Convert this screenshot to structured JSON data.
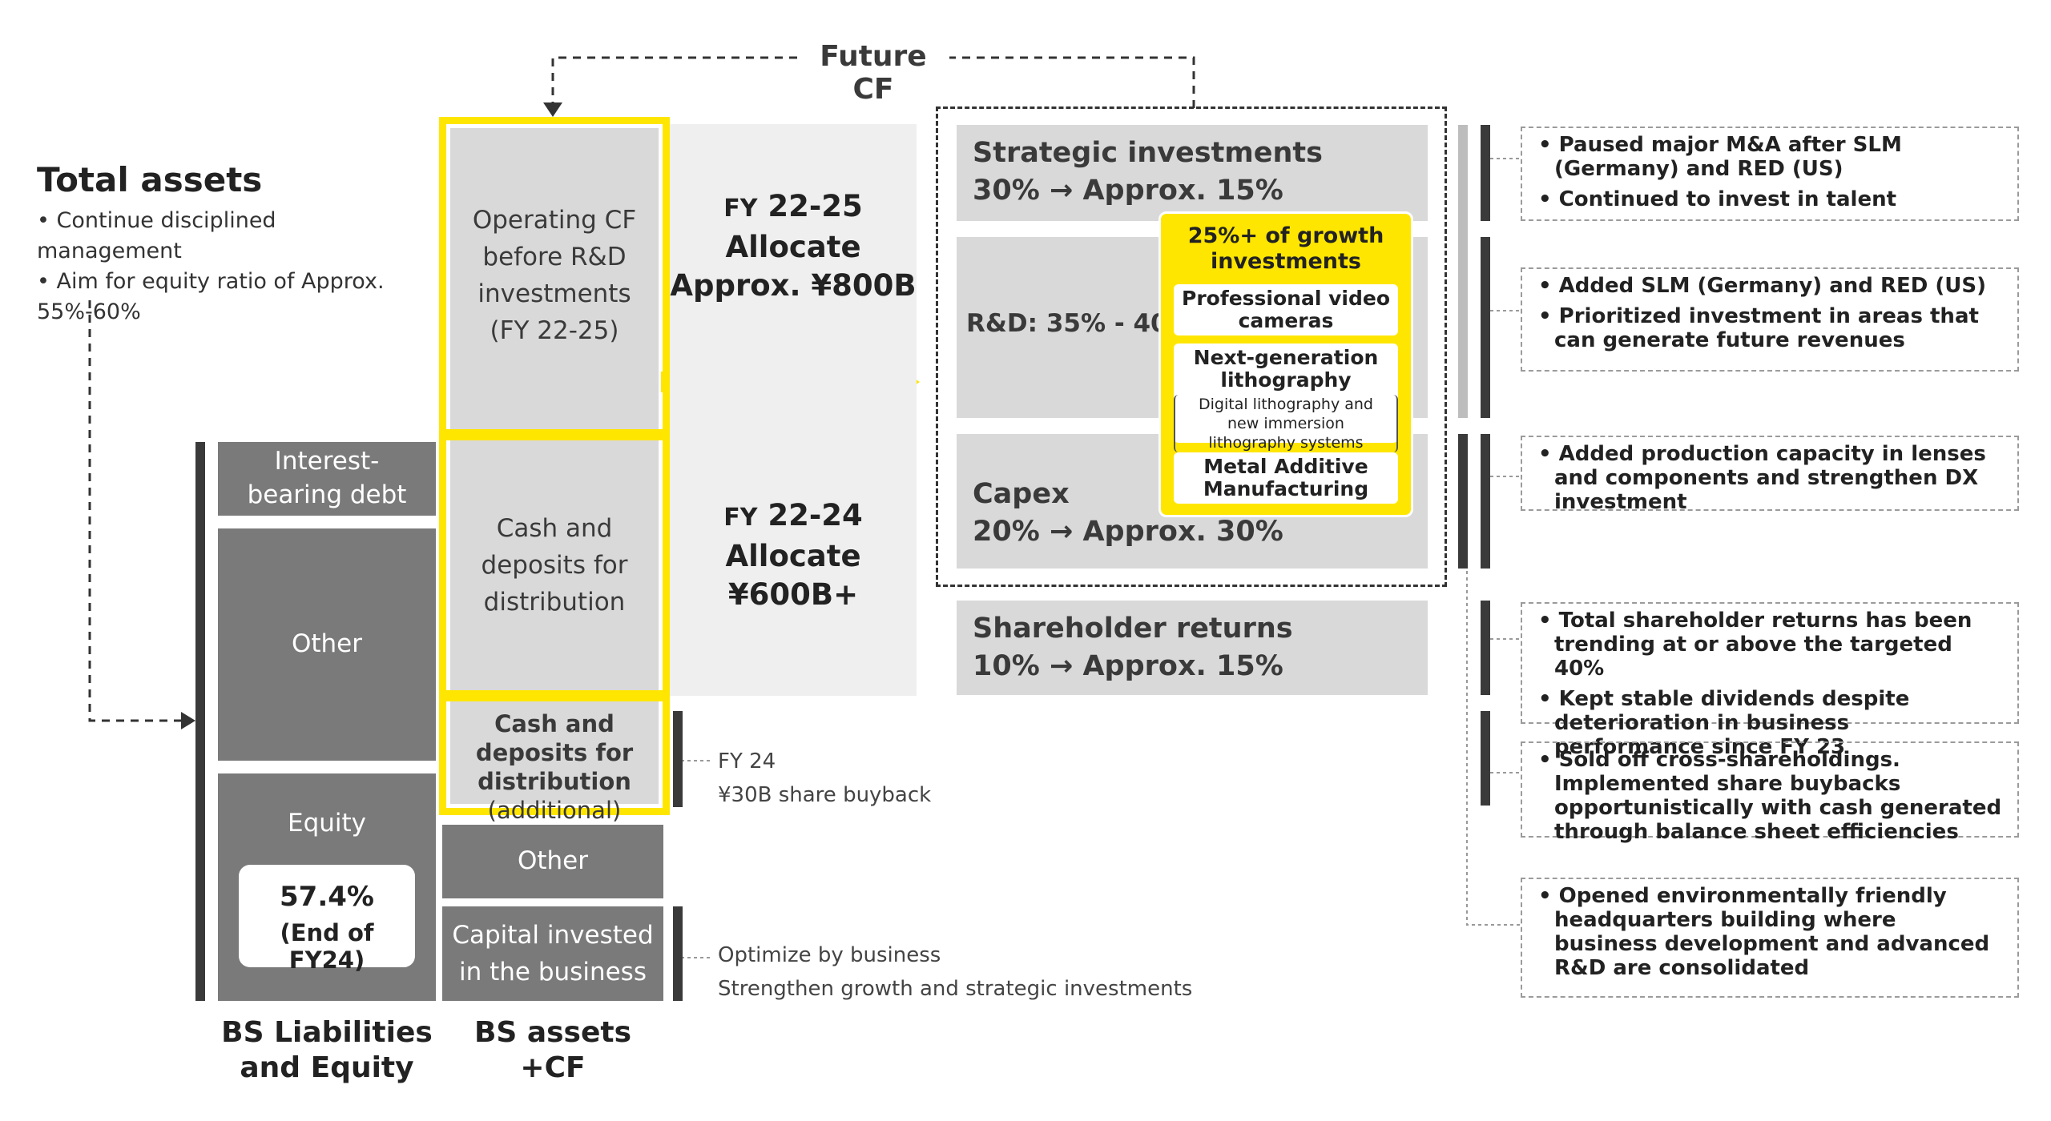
{
  "future_cf": "Future CF",
  "total_assets": {
    "title": "Total assets",
    "bullets": [
      "Continue disciplined management",
      "Aim for equity ratio of Approx. 55%-60%"
    ]
  },
  "bs_liabilities": {
    "interest_bearing_debt": "Interest-bearing debt",
    "other": "Other",
    "equity": "Equity",
    "equity_ratio": "57.4%",
    "equity_ratio_note": "(End of FY24)",
    "label": "BS Liabilities and Equity"
  },
  "bs_assets": {
    "operating_cf": "Operating CF before R&D investments",
    "operating_cf_period": "(FY 22-25)",
    "cash_distribution": "Cash and deposits for distribution",
    "cash_additional": "Cash and deposits for distribution",
    "cash_additional_note": "(additional)",
    "other": "Other",
    "capital_invested": "Capital invested in the business",
    "label": "BS assets +CF"
  },
  "allocation": {
    "fy_22_25_prefix": "FY",
    "fy_22_25_years": "22-25",
    "fy_22_25_line1": "Allocate",
    "fy_22_25_line2": "Approx. ¥800B",
    "fy_22_24_prefix": "FY",
    "fy_22_24_years": "22-24",
    "fy_22_24_line": "Allocate ¥600B+"
  },
  "buyback_note": [
    "FY 24",
    "¥30B share buyback"
  ],
  "capital_note": [
    "Optimize by business",
    "Strengthen growth and strategic investments"
  ],
  "categories": {
    "strategic": {
      "title": "Strategic investments",
      "value": "30% → Approx. 15%"
    },
    "rd": {
      "title": "R&D: 35% - 40%"
    },
    "capex": {
      "title": "Capex",
      "value": "20% → Approx. 30%"
    },
    "shareholder": {
      "title": "Shareholder returns",
      "value": "10% → Approx. 15%"
    }
  },
  "growth": {
    "title": "25%+ of growth investments",
    "items": [
      {
        "name": "Professional video cameras"
      },
      {
        "name": "Next-generation lithography",
        "sub": "Digital lithography and new immersion lithography systems"
      },
      {
        "name": "Metal Additive Manufacturing"
      }
    ]
  },
  "notes": [
    [
      "Paused major M&A after SLM (Germany) and RED (US)",
      "Continued to invest in talent"
    ],
    [
      "Added SLM (Germany) and RED (US)",
      "Prioritized investment in areas that can generate future revenues"
    ],
    [
      "Added production capacity in lenses and components and strengthen DX investment"
    ],
    [
      "Total shareholder returns has been trending at or above the targeted 40%",
      "Kept stable dividends despite deterioration in business performance since FY 23"
    ],
    [
      "Sold off cross-shareholdings. Implemented share buybacks opportunistically with cash generated through balance sheet efficiencies"
    ],
    [
      "Opened environmentally friendly headquarters building where business development and advanced R&D are consolidated"
    ]
  ],
  "colors": {
    "accent_yellow": "#ffe600",
    "dark_gray": "#7a7a7a",
    "light_gray": "#d9d9d9",
    "bar": "#3a3a3a"
  }
}
